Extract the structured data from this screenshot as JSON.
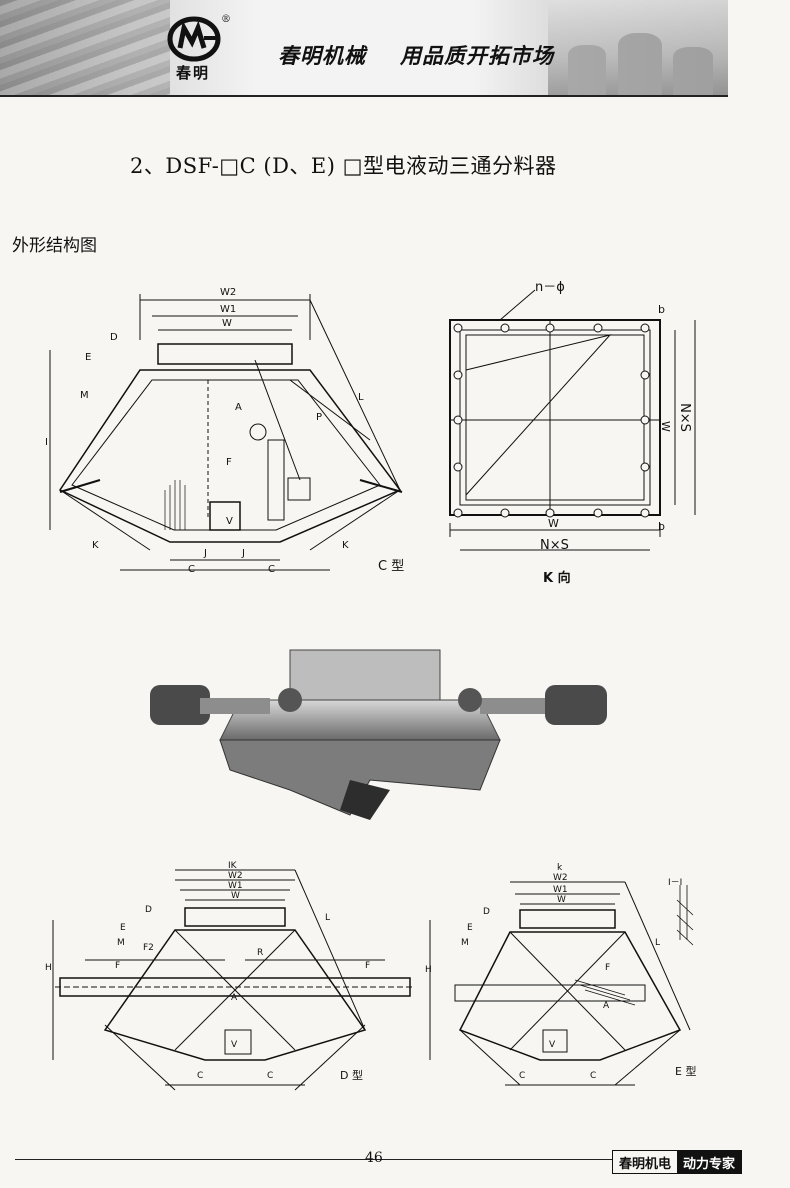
{
  "header": {
    "logo_text": "春明",
    "registered_mark": "®",
    "slogan_part1": "春明机械",
    "slogan_part2": "用品质开拓市场"
  },
  "title": "2、DSF-□C (D、E) □型电液动三通分料器",
  "subtitle": "外形结构图",
  "diagram_labels": {
    "c_type": "C 型",
    "k_view": "K 向",
    "d_type": "D 型",
    "e_type": "E 型",
    "n_phi": "n－ϕ",
    "nxs": "N×S"
  },
  "footer": {
    "page_number": "46",
    "brand_left": "春明机电",
    "brand_right": "动力专家"
  },
  "colors": {
    "ink": "#111111",
    "paper": "#f7f6f2"
  }
}
